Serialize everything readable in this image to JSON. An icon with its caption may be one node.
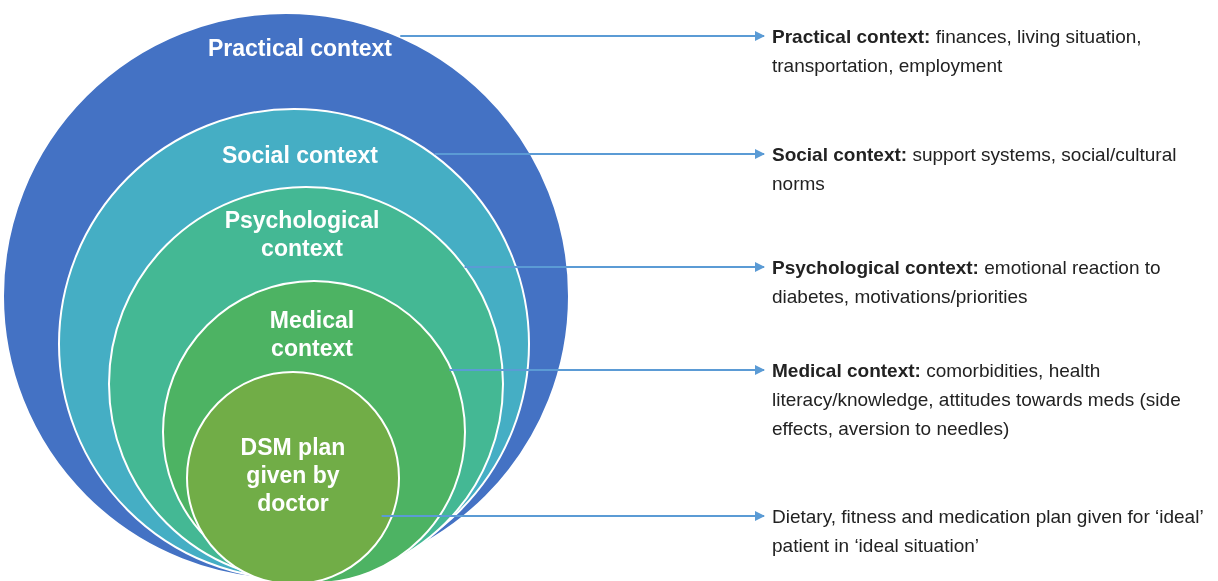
{
  "diagram": {
    "nodes": [
      {
        "text": [
          "Practical context"
        ]
      },
      {
        "text": [
          "Social context"
        ],
        "in": 0
      },
      {
        "text": [
          "Psychological context"
        ],
        "in": 1
      },
      {
        "text": [
          "Medical context"
        ],
        "in": 2
      },
      {
        "text": [
          "DSM plan given by doctor"
        ],
        "in": 3
      },
      {
        "text": [
          "**Practical context:** finances, living situation, transportation, employment"
        ]
      },
      {
        "text": [
          "**Social context:** support systems, social/cultural norms"
        ]
      },
      {
        "text": [
          "**Psychological context:** emotional reaction to diabetes, motivations/priorities"
        ]
      },
      {
        "text": [
          "**Medical context:** comorbidities, health literacy/knowledge, attitudes towards meds (side effects, aversion to needles)"
        ]
      },
      {
        "text": [
          "Dietary, fitness and medication plan given for ‘ideal’ patient in ‘ideal situation’"
        ]
      }
    ],
    "edges": [
      {
        "from": 0,
        "to": 5,
        "arrow": "to"
      },
      {
        "from": 1,
        "to": 6,
        "arrow": "to"
      },
      {
        "from": 2,
        "to": 7,
        "arrow": "to"
      },
      {
        "from": 3,
        "to": 8,
        "arrow": "to"
      },
      {
        "from": 4,
        "to": 9,
        "arrow": "to"
      }
    ]
  }
}
